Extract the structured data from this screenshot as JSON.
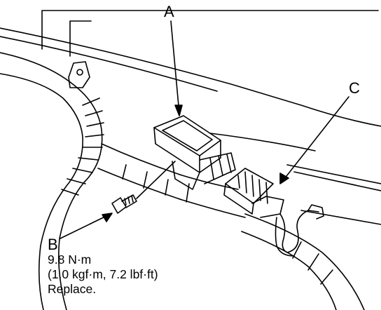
{
  "labels": {
    "a": "A",
    "b": "B",
    "c": "C"
  },
  "spec": {
    "torque_nm": "9.8 N·m",
    "torque_alt": "(1.0 kgf·m, 7.2 lbf·ft)",
    "note": "Replace."
  },
  "colors": {
    "line": "#000000",
    "background": "#ffffff"
  }
}
